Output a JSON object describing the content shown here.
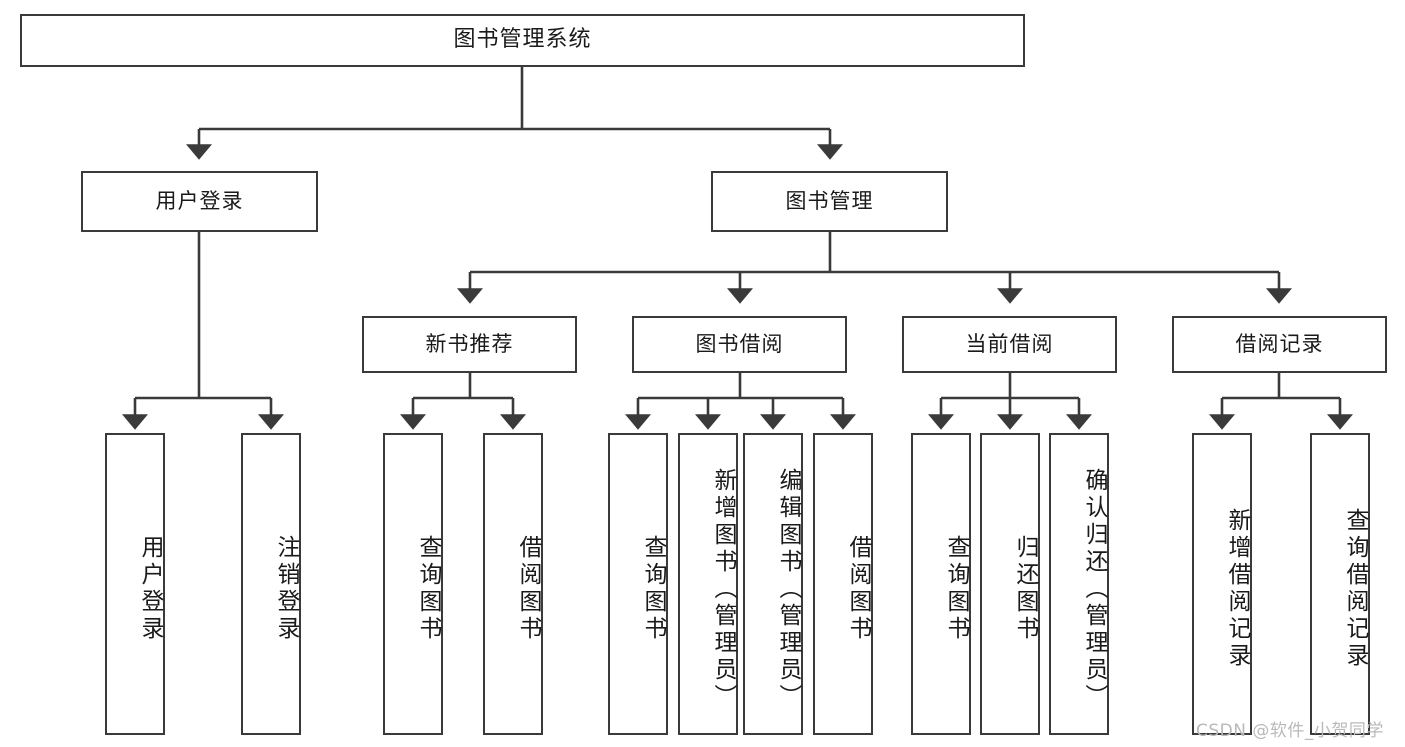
{
  "diagram": {
    "title": "图书管理系统",
    "type": "tree-hierarchy-diagram",
    "line_color": "#3a3a3a",
    "box_fill": "#ffffff",
    "text_color": "#1a1a1a",
    "watermark": "CSDN @软件_小贺同学",
    "levels": {
      "root": {
        "label": "图书管理系统"
      },
      "level2": [
        {
          "label": "用户登录"
        },
        {
          "label": "图书管理"
        }
      ],
      "level3": [
        {
          "label": "新书推荐"
        },
        {
          "label": "图书借阅"
        },
        {
          "label": "当前借阅"
        },
        {
          "label": "借阅记录"
        }
      ],
      "leaves": {
        "user_login": [
          {
            "label": "用户登录"
          },
          {
            "label": "注销登录"
          }
        ],
        "new_book_recommend": [
          {
            "label": "查询图书"
          },
          {
            "label": "借阅图书"
          }
        ],
        "book_borrow": [
          {
            "label": "查询图书"
          },
          {
            "label": "新增图书（管理员）"
          },
          {
            "label": "编辑图书（管理员）"
          },
          {
            "label": "借阅图书"
          }
        ],
        "current_borrow": [
          {
            "label": "查询图书"
          },
          {
            "label": "归还图书"
          },
          {
            "label": "确认归还（管理员）"
          }
        ],
        "borrow_record": [
          {
            "label": "新增借阅记录"
          },
          {
            "label": "查询借阅记录"
          }
        ]
      }
    }
  }
}
